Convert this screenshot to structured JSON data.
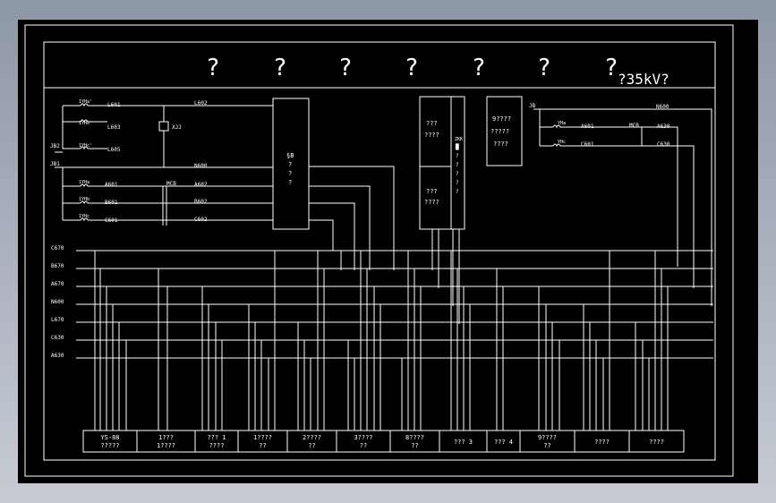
{
  "title": {
    "question_marks": [
      "?",
      "?",
      "?",
      "?",
      "?",
      "?",
      "?"
    ],
    "suffix": "?35kV?"
  },
  "top_left": {
    "jumper_labels": [
      "JB2",
      "JB1"
    ],
    "wires": [
      "L601",
      "L603",
      "L605",
      "L602",
      "N600",
      "A602",
      "B602",
      "C602"
    ],
    "coil_labels": [
      "1YHa'",
      "1YHb'",
      "1YHc'",
      "1YHa",
      "1YHb",
      "1YHc"
    ],
    "phase_labels": [
      "A601",
      "B601",
      "C601"
    ],
    "relay": "XJJ",
    "switch": "MCB"
  },
  "center_box": {
    "lines": [
      "§B",
      "?",
      "?",
      "?"
    ]
  },
  "middle_box": {
    "upper": [
      "???",
      "????"
    ],
    "lower": [
      "???",
      "????"
    ],
    "side": [
      "ZKK",
      "█",
      "?",
      "?",
      "?",
      "?",
      "?"
    ]
  },
  "small_box": {
    "lines": [
      "9????",
      "?????",
      "????"
    ]
  },
  "top_right": {
    "jumper": "JB",
    "wires": [
      "N600",
      "A630",
      "C630"
    ],
    "phase_labels": [
      "A601",
      "C601"
    ],
    "coil_labels": [
      "YHa",
      "YHc"
    ],
    "switch": "MCB"
  },
  "buses": [
    "C670",
    "B670",
    "A670",
    "N600",
    "L670",
    "C630",
    "A630"
  ],
  "terminals": [
    [
      "YS-88",
      "?????"
    ],
    [
      "1???",
      "1????"
    ],
    [
      "??? 1",
      "????"
    ],
    [
      "1????",
      "??"
    ],
    [
      "2????",
      "??"
    ],
    [
      "3????",
      "??"
    ],
    [
      "8????",
      "??"
    ],
    [
      "??? 3",
      ""
    ],
    [
      "??? 4",
      ""
    ],
    [
      "9????",
      "??"
    ],
    [
      "????",
      ""
    ],
    [
      "????",
      ""
    ]
  ]
}
